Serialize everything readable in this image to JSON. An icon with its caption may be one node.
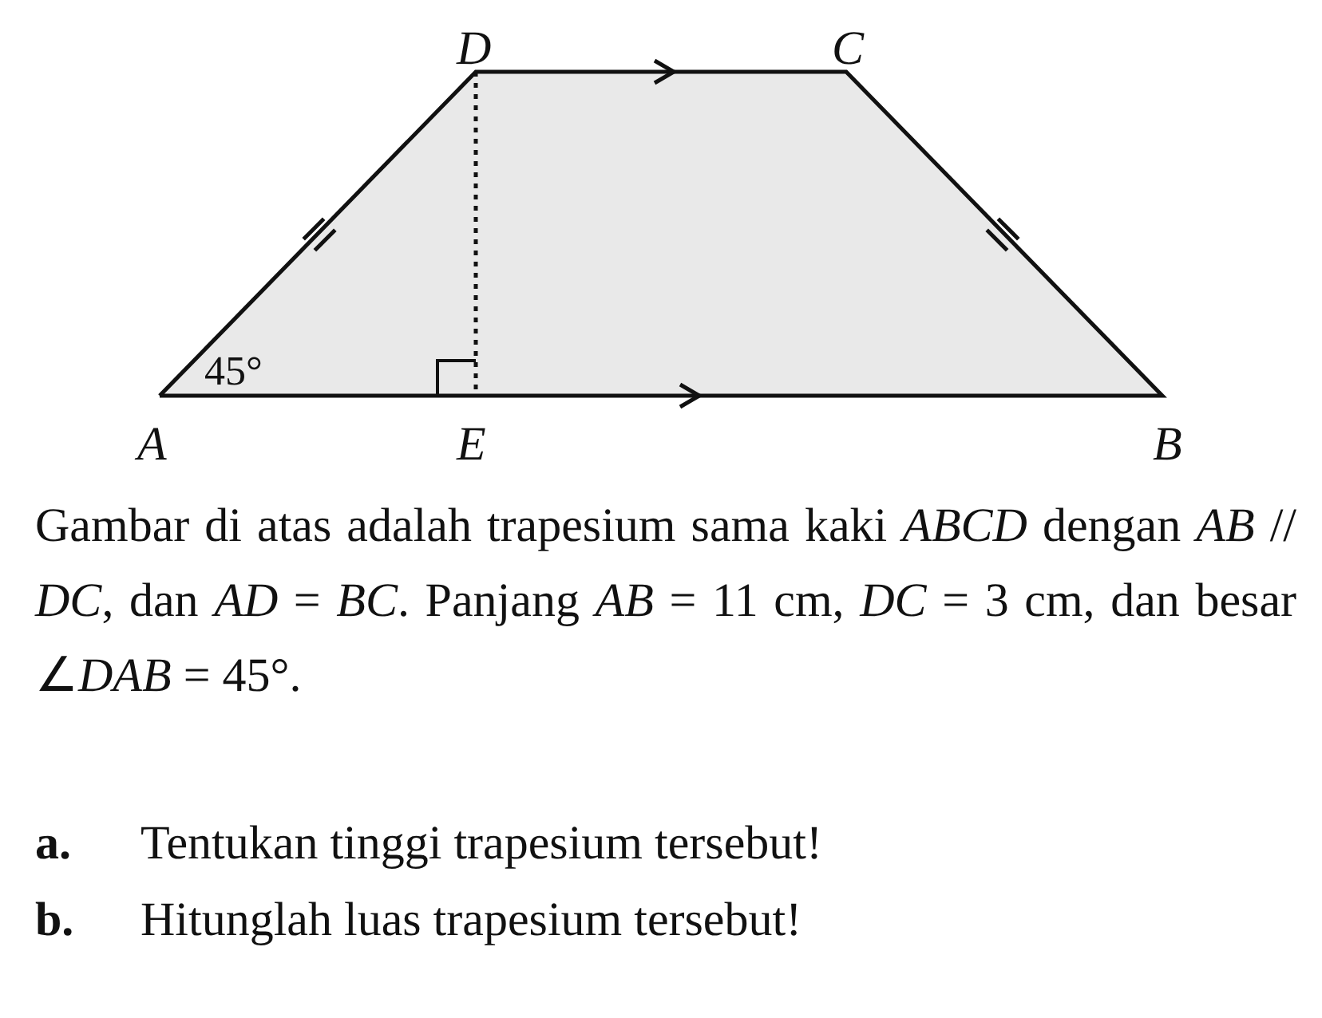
{
  "diagram": {
    "labels": [
      "D",
      "C",
      "45°",
      "A",
      "E",
      "B",
      "Gambar di atas adalah trapesium sama kaki *ABCD* dengan *AB* // *DC*, dan *AD* = *BC*. Panjang *AB* = 11 cm, *DC* = 3 cm, dan besar ∠*DAB* = 45°.",
      "a.",
      "Tentukan tinggi trapesium tersebut!",
      "b.",
      "Hitunglah luas trapesium tersebut!"
    ]
  }
}
